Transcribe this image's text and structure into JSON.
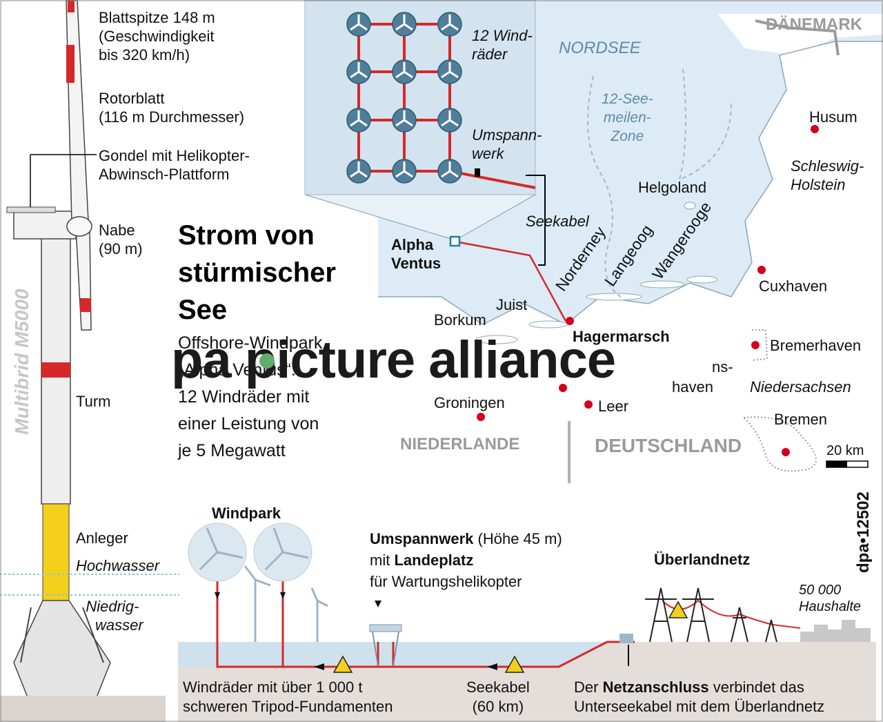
{
  "title": {
    "line1": "Strom von",
    "line2": "stürmischer",
    "line3": "See"
  },
  "subtitle": {
    "line1": "Offshore-Windpark",
    "line2": "„Alpha Ventus“:",
    "line3": "12 Windräder mit",
    "line4": "einer Leistung von",
    "line5": "je 5 Megawatt"
  },
  "turbine": {
    "model": "Multibrid M5000",
    "blade_tip": {
      "l1": "Blattspitze 148 m",
      "l2": "(Geschwindigkeit",
      "l3": "bis 320 km/h)"
    },
    "rotor_blade": {
      "l1": "Rotorblatt",
      "l2": "(116 m Durchmesser)"
    },
    "nacelle": {
      "l1": "Gondel mit Helikopter-",
      "l2": "Abwinsch-Plattform"
    },
    "hub": {
      "l1": "Nabe",
      "l2": "(90 m)"
    },
    "tower": "Turm",
    "landing": "Anleger",
    "high_water": "Hochwasser",
    "low_water": {
      "l1": "Niedrig-",
      "l2": "wasser"
    }
  },
  "inset": {
    "turbines_label": {
      "l1": "12 Wind-",
      "l2": "räder"
    },
    "substation_label": {
      "l1": "Umspann-",
      "l2": "werk"
    },
    "cable_label": "Seekabel"
  },
  "map": {
    "countries": {
      "dk": "DÄNEMARK",
      "nl": "NIEDERLANDE",
      "de": "DEUTSCHLAND"
    },
    "sea": "NORDSEE",
    "zone": {
      "l1": "12-See-",
      "l2": "meilen-",
      "l3": "Zone"
    },
    "regions": {
      "sh1": "Schleswig-",
      "sh2": "Holstein",
      "ns": "Niedersachsen"
    },
    "islands": {
      "helgoland": "Helgoland",
      "juist": "Juist",
      "borkum": "Borkum",
      "norderney": "Norderney",
      "langeoog": "Langeoog",
      "wangerooge": "Wangerooge"
    },
    "cities": {
      "husum": "Husum",
      "cuxhaven": "Cuxhaven",
      "bremerhaven": "Bremerhaven",
      "bremen": "Bremen",
      "leer": "Leer",
      "groningen": "Groningen",
      "hagermarsch": "Hagermarsch",
      "wilhelmshaven_end": "haven",
      "wilhelmshaven_part": "ns-"
    },
    "windpark": {
      "l1": "Alpha",
      "l2": "Ventus"
    },
    "scale": "20 km"
  },
  "cross_section": {
    "windpark": "Windpark",
    "substation": {
      "bold": "Umspannwerk",
      "rest": " (Höhe 45 m)",
      "l2a": "mit ",
      "l2b": "Landeplatz",
      "l3": "für Wartungshelikopter"
    },
    "grid": "Überlandnetz",
    "households": {
      "l1": "50 000",
      "l2": "Haushalte"
    },
    "foundations": {
      "l1": "Windräder mit über 1 000 t",
      "l2": "schweren Tripod-Fundamenten"
    },
    "sea_cable": {
      "l1": "Seekabel",
      "l2": "(60 km)"
    },
    "connection": {
      "a": "Der ",
      "b": "Netzanschluss",
      "c": " verbindet das",
      "l2": "Unterseekabel mit dem Überlandnetz"
    }
  },
  "credit": "dpa•12502",
  "watermark": "pa picture alliance",
  "colors": {
    "sea": "#dcebf5",
    "cable": "#d62828",
    "city": "#d4001a",
    "turbine_blue": "#4f7e9b"
  }
}
